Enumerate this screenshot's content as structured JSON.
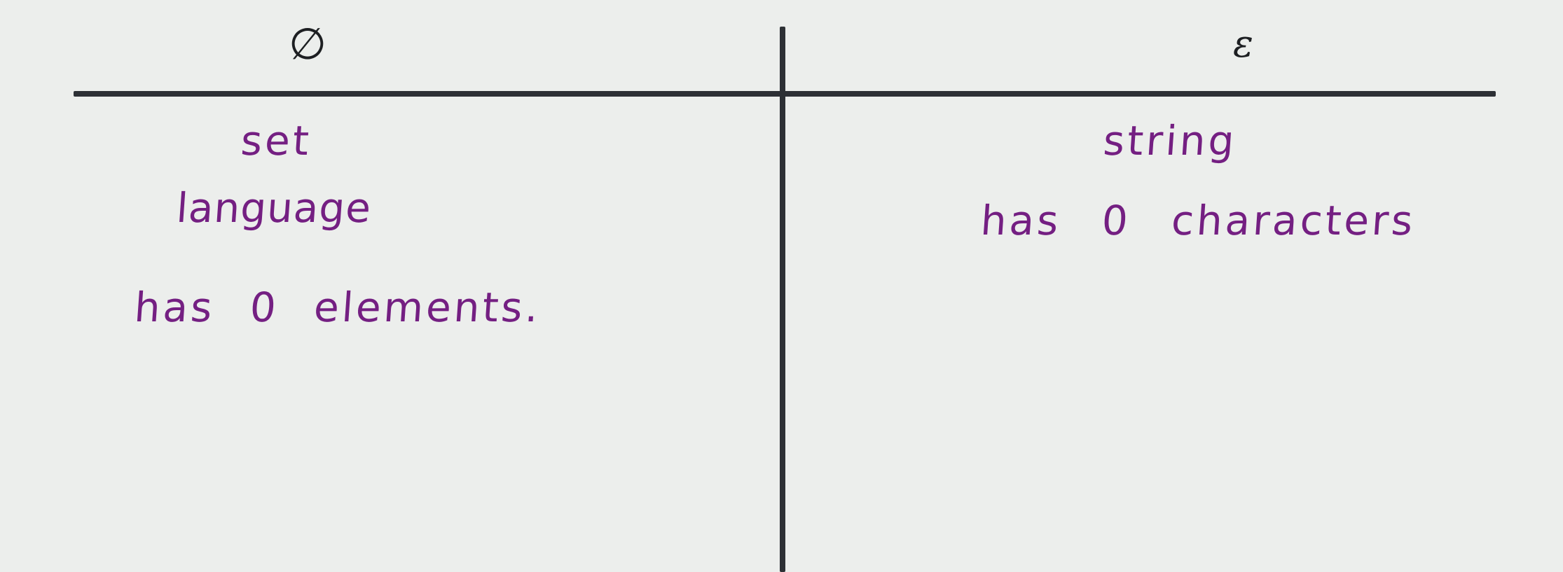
{
  "table": {
    "left": {
      "header": "∅",
      "notes": [
        "set",
        "language",
        "has 0 elements."
      ]
    },
    "right": {
      "header": "ε",
      "notes": [
        "string",
        "has 0 characters"
      ]
    }
  },
  "colors": {
    "background": "#eceeec",
    "rules": "#2d3035",
    "ink": "#741f82"
  }
}
